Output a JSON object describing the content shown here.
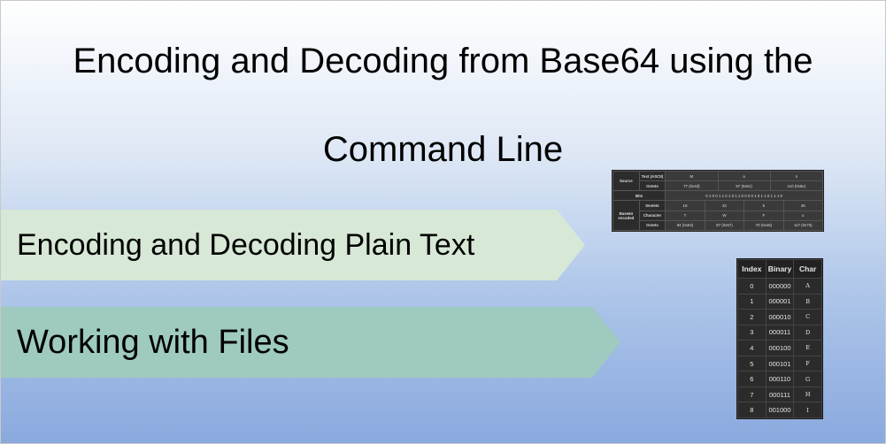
{
  "title": {
    "line1": "Encoding and Decoding from Base64 using the",
    "line2": "Command Line"
  },
  "sections": [
    {
      "label": "Encoding and Decoding Plain Text"
    },
    {
      "label": "Working with Files"
    }
  ],
  "encoding_table": {
    "source_label": "Source",
    "text_label": "Text (ASCII)",
    "octets_label": "Octets",
    "bits_label": "Bits",
    "sextets_label": "Sextets",
    "character_label": "Character",
    "base64_label": "Base64 encoded",
    "text": [
      "M",
      "a",
      "n"
    ],
    "octets": [
      "77 (0x4d)",
      "97 (0x61)",
      "110 (0x6e)"
    ],
    "bits": "0 1 0 0 1 1 0 1 0 1 1 0 0 0 0 1 0 1 1 0 1 1 1 0",
    "sextets": [
      "19",
      "22",
      "5",
      "46"
    ],
    "characters": [
      "T",
      "W",
      "F",
      "u"
    ],
    "encoded_octets": [
      "84 (0x54)",
      "87 (0x57)",
      "70 (0x46)",
      "117 (0x75)"
    ]
  },
  "index_table": {
    "headers": [
      "Index",
      "Binary",
      "Char"
    ],
    "rows": [
      [
        "0",
        "000000",
        "A"
      ],
      [
        "1",
        "000001",
        "B"
      ],
      [
        "2",
        "000010",
        "C"
      ],
      [
        "3",
        "000011",
        "D"
      ],
      [
        "4",
        "000100",
        "E"
      ],
      [
        "5",
        "000101",
        "F"
      ],
      [
        "6",
        "000110",
        "G"
      ],
      [
        "7",
        "000111",
        "H"
      ],
      [
        "8",
        "001000",
        "I"
      ]
    ]
  }
}
